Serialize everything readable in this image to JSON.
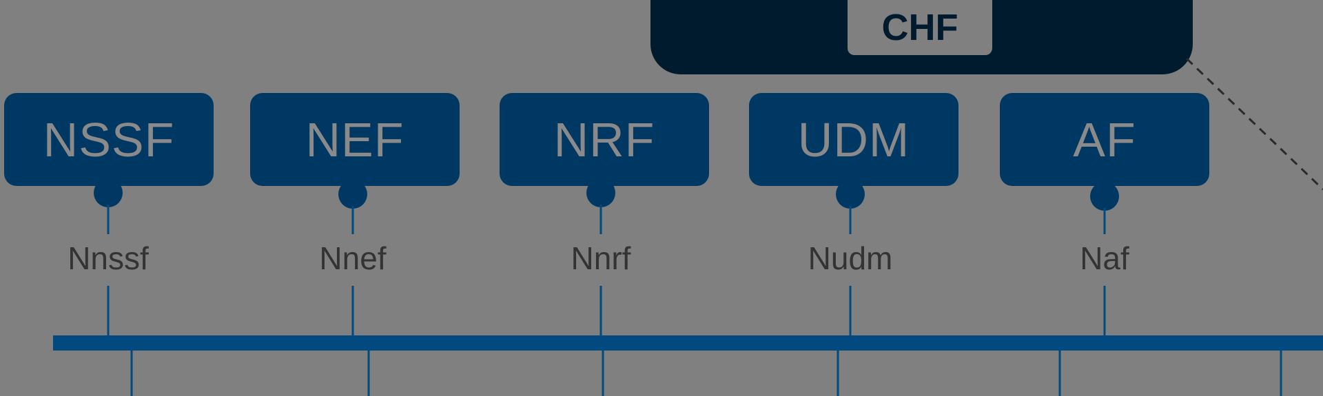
{
  "chf": {
    "label": "CHF"
  },
  "functions": [
    {
      "name": "NSSF",
      "interface": "Nnssf"
    },
    {
      "name": "NEF",
      "interface": "Nnef"
    },
    {
      "name": "NRF",
      "interface": "Nnrf"
    },
    {
      "name": "UDM",
      "interface": "Nudm"
    },
    {
      "name": "AF",
      "interface": "Naf"
    }
  ],
  "colors": {
    "background": "#808080",
    "box": "#003864",
    "chf_panel": "#001a2e",
    "bus": "#004a80",
    "box_text": "#8a8a8a",
    "interface_text": "#333333"
  }
}
